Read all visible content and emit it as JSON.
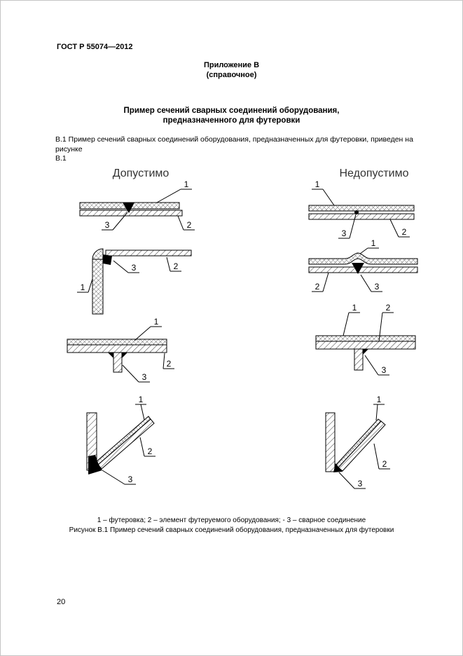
{
  "header": {
    "doc_number": "ГОСТ Р 55074—2012"
  },
  "appendix": {
    "title": "Приложение В",
    "subtitle": "(справочное)"
  },
  "section": {
    "title_line1": "Пример сечений сварных соединений оборудования,",
    "title_line2": "предназначенного для футеровки"
  },
  "body": {
    "line1": "В.1 Пример сечений сварных соединений оборудования, предназначенных для футеровки, приведен на рисунке",
    "line2": "В.1"
  },
  "figure": {
    "left_title": "Допустимо",
    "right_title": "Недопустимо",
    "label1": "1",
    "label2": "2",
    "label3": "3",
    "legend": "1 – футеровка; 2 – элемент футеруемого оборудования; - 3 – сварное соединение",
    "caption": "Рисунок В.1 Пример сечений сварных соединений оборудования, предназначенных для футеровки"
  },
  "footer": {
    "page_number": "20"
  }
}
